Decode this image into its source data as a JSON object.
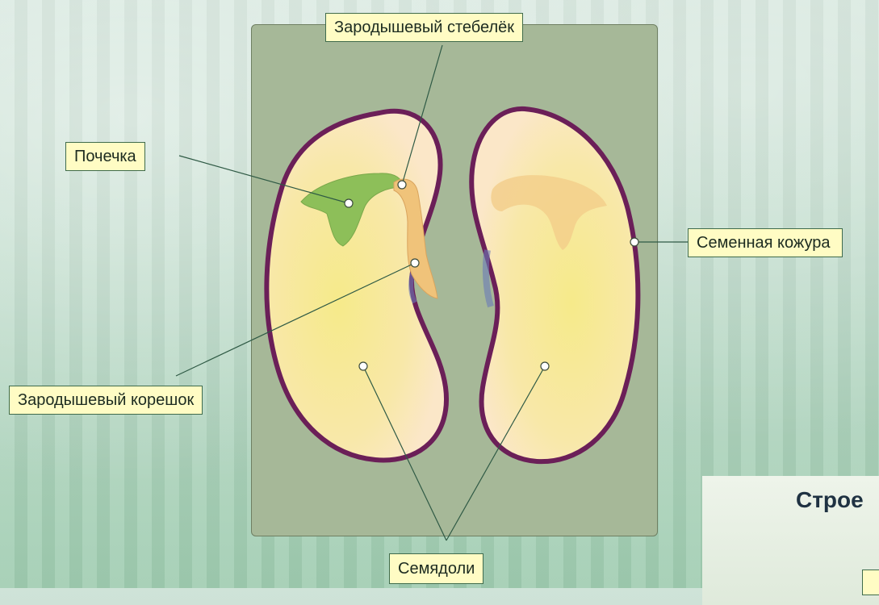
{
  "labels": {
    "pochechka": "Почечка",
    "stebelek": "Зародышевый стебелёк",
    "koreshok": "Зародышевый корешок",
    "kozhura": "Семенная кожура",
    "semyadoli": "Семядоли"
  },
  "card": {
    "title": "Строе"
  },
  "colors": {
    "seed_coat": "#6b1f58",
    "cotyledon_fill": "#f8e8a0",
    "cotyledon_edge": "#fdf0c8",
    "embryo_green": "#8dbf59",
    "root": "#f0c37a",
    "label_bg": "#fffcc4",
    "panel": "#a6b898",
    "leader": "#2f5a45"
  }
}
